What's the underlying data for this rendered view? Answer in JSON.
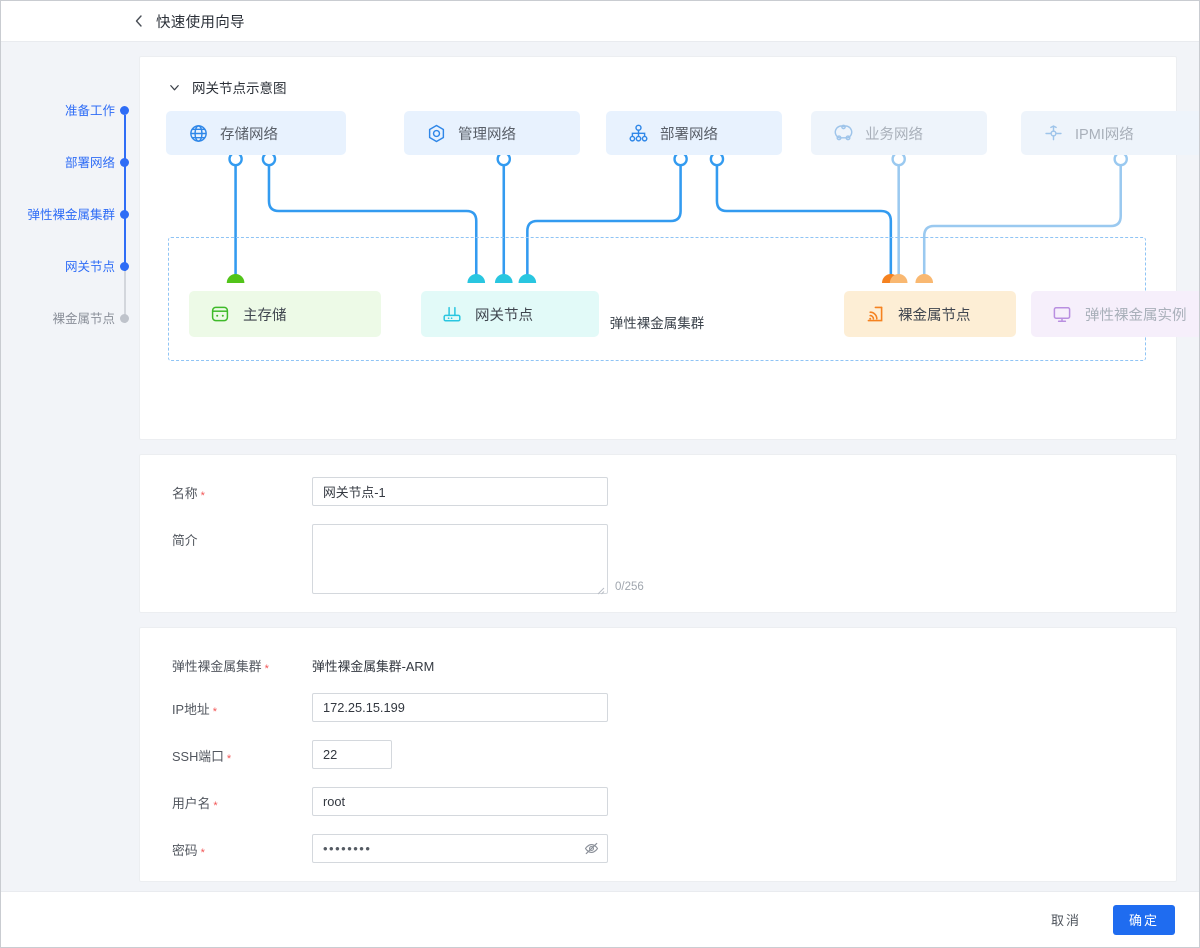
{
  "header": {
    "back_icon": "chevron-left-icon",
    "title": "快速使用向导"
  },
  "steps": [
    {
      "label": "准备工作",
      "state": "active"
    },
    {
      "label": "部署网络",
      "state": "active"
    },
    {
      "label": "弹性裸金属集群",
      "state": "active"
    },
    {
      "label": "网关节点",
      "state": "current"
    },
    {
      "label": "裸金属节点",
      "state": "inactive"
    }
  ],
  "diagram": {
    "collapse_icon": "chevron-down-icon",
    "title": "网关节点示意图",
    "cluster_label": "弹性裸金属集群",
    "networks": [
      {
        "label": "存储网络",
        "icon": "globe-icon",
        "dim": false
      },
      {
        "label": "管理网络",
        "icon": "hexagon-target-icon",
        "dim": false
      },
      {
        "label": "部署网络",
        "icon": "node-tree-icon",
        "dim": false
      },
      {
        "label": "业务网络",
        "icon": "cloud-nodes-icon",
        "dim": true
      },
      {
        "label": "IPMI网络",
        "icon": "ipmi-probe-icon",
        "dim": true
      }
    ],
    "nodes": [
      {
        "label": "主存储",
        "icon": "database-icon",
        "dim": false
      },
      {
        "label": "网关节点",
        "icon": "router-icon",
        "dim": false
      },
      {
        "label": "裸金属节点",
        "icon": "signal-server-icon",
        "dim": false
      },
      {
        "label": "弹性裸金属实例",
        "icon": "monitor-icon",
        "dim": true
      }
    ],
    "colors": {
      "wire_blue": "#339bf0",
      "wire_light": "#9ac9f0",
      "storage_green": "#52c41a",
      "gateway_cyan": "#29c6e0",
      "bare_orange": "#f58220",
      "bare_orange_light": "#f9b871",
      "cluster_border": "#8fc4f5"
    }
  },
  "form_basic": {
    "name": {
      "label": "名称",
      "required": true,
      "value": "网关节点-1"
    },
    "desc": {
      "label": "简介",
      "required": false,
      "value": "",
      "counter": "0/256"
    }
  },
  "form_conn": {
    "cluster": {
      "label": "弹性裸金属集群",
      "required": true,
      "value": "弹性裸金属集群-ARM"
    },
    "ip": {
      "label": "IP地址",
      "required": true,
      "value": "172.25.15.199"
    },
    "port": {
      "label": "SSH端口",
      "required": true,
      "value": "22"
    },
    "user": {
      "label": "用户名",
      "required": true,
      "value": "root"
    },
    "password": {
      "label": "密码",
      "required": true,
      "value": "••••••••",
      "toggle_icon": "eye-off-icon"
    }
  },
  "footer": {
    "cancel_label": "取消",
    "ok_label": "确定",
    "ok_color": "#1f6cf0"
  }
}
